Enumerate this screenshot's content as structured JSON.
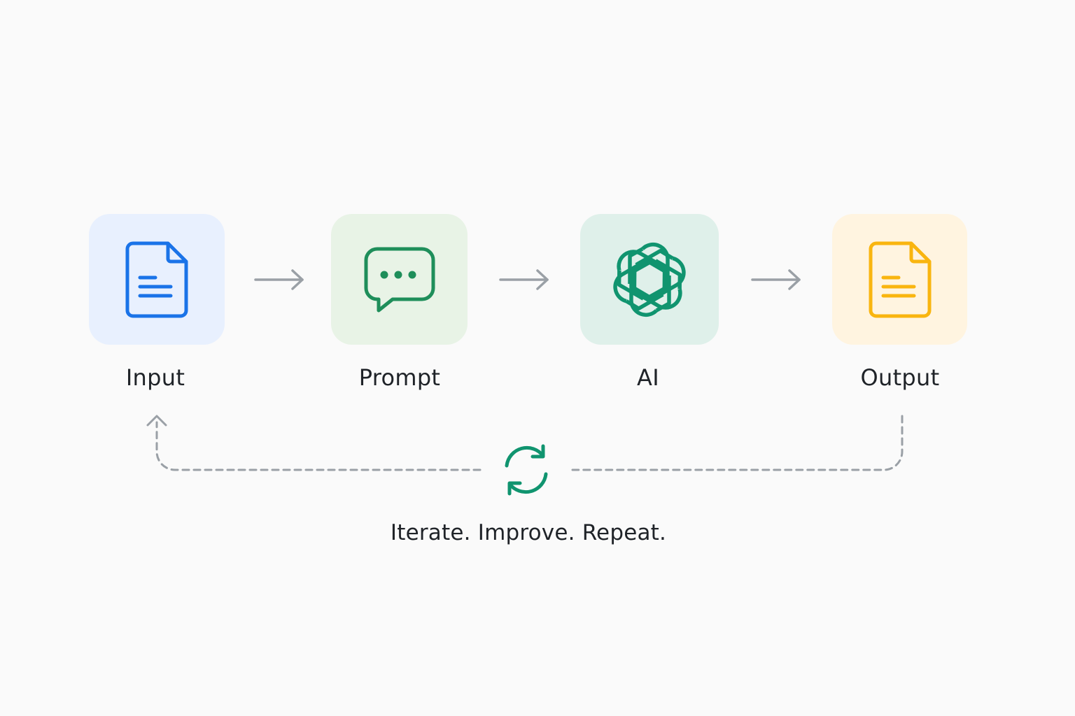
{
  "steps": [
    {
      "label": "Input",
      "icon": "document-icon",
      "color": "#1a73e8",
      "tile_color": "#e8f0fe"
    },
    {
      "label": "Prompt",
      "icon": "chat-bubble-icon",
      "color": "#1e8e5a",
      "tile_color": "#e8f3e6"
    },
    {
      "label": "AI",
      "icon": "openai-logo-icon",
      "color": "#10946f",
      "tile_color": "#dff0ea"
    },
    {
      "label": "Output",
      "icon": "document-icon",
      "color": "#f9b50f",
      "tile_color": "#fff4e0"
    }
  ],
  "connector_color": "#9aa0a6",
  "loop": {
    "icon": "refresh-icon",
    "color": "#10946f",
    "caption": "Iterate. Improve. Repeat."
  }
}
